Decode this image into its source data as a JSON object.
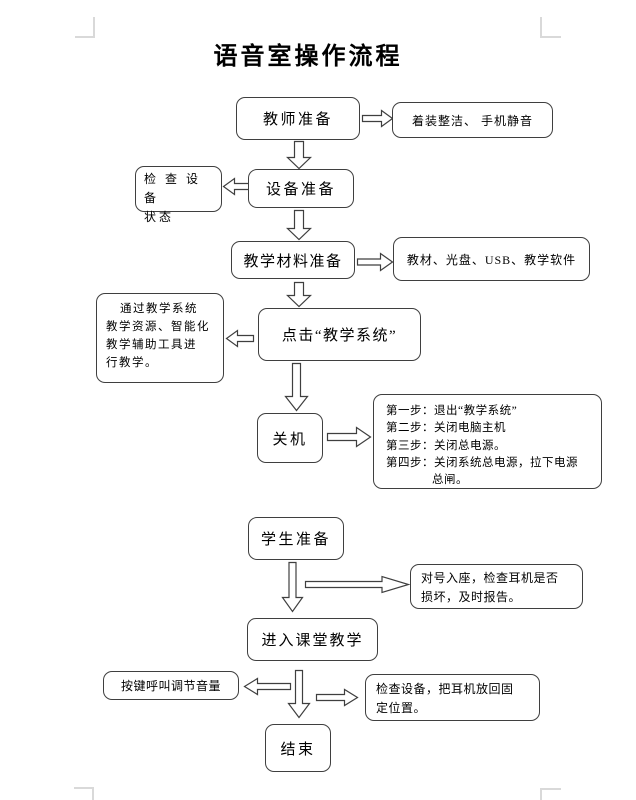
{
  "page": {
    "title": "语音室操作流程"
  },
  "nodes": {
    "teacher_prep": {
      "label": "教师准备"
    },
    "attire": {
      "label": "着装整洁、 手机静音"
    },
    "check_device": {
      "lines": [
        "检 查 设 备",
        "状态"
      ]
    },
    "device_prep": {
      "label": "设备准备"
    },
    "material_prep": {
      "label": "教学材料准备"
    },
    "materials": {
      "label": "教材、光盘、USB、教学软件"
    },
    "via_system": {
      "lines": [
        "通过教学系统",
        "教学资源、智能化",
        "教学辅助工具进",
        "行教学。"
      ]
    },
    "click_system": {
      "label": "点击“教学系统”"
    },
    "shutdown": {
      "label": "关机"
    },
    "shutdown_steps": {
      "lines": [
        "第一步：退出“教学系统”",
        "第二步：关闭电脑主机",
        "第三步：关闭总电源。",
        "第四步：关闭系统总电源，拉下电源",
        "总闸。"
      ]
    },
    "student_prep": {
      "label": "学生准备"
    },
    "seat_check": {
      "lines": [
        "对号入座，检查耳机是否",
        "损坏，及时报告。"
      ]
    },
    "enter_class": {
      "label": "进入课堂教学"
    },
    "volume": {
      "label": "按键呼叫调节音量"
    },
    "return_headset": {
      "lines": [
        "检查设备，把耳机放回固",
        "定位置。"
      ]
    },
    "end": {
      "label": "结束"
    }
  }
}
